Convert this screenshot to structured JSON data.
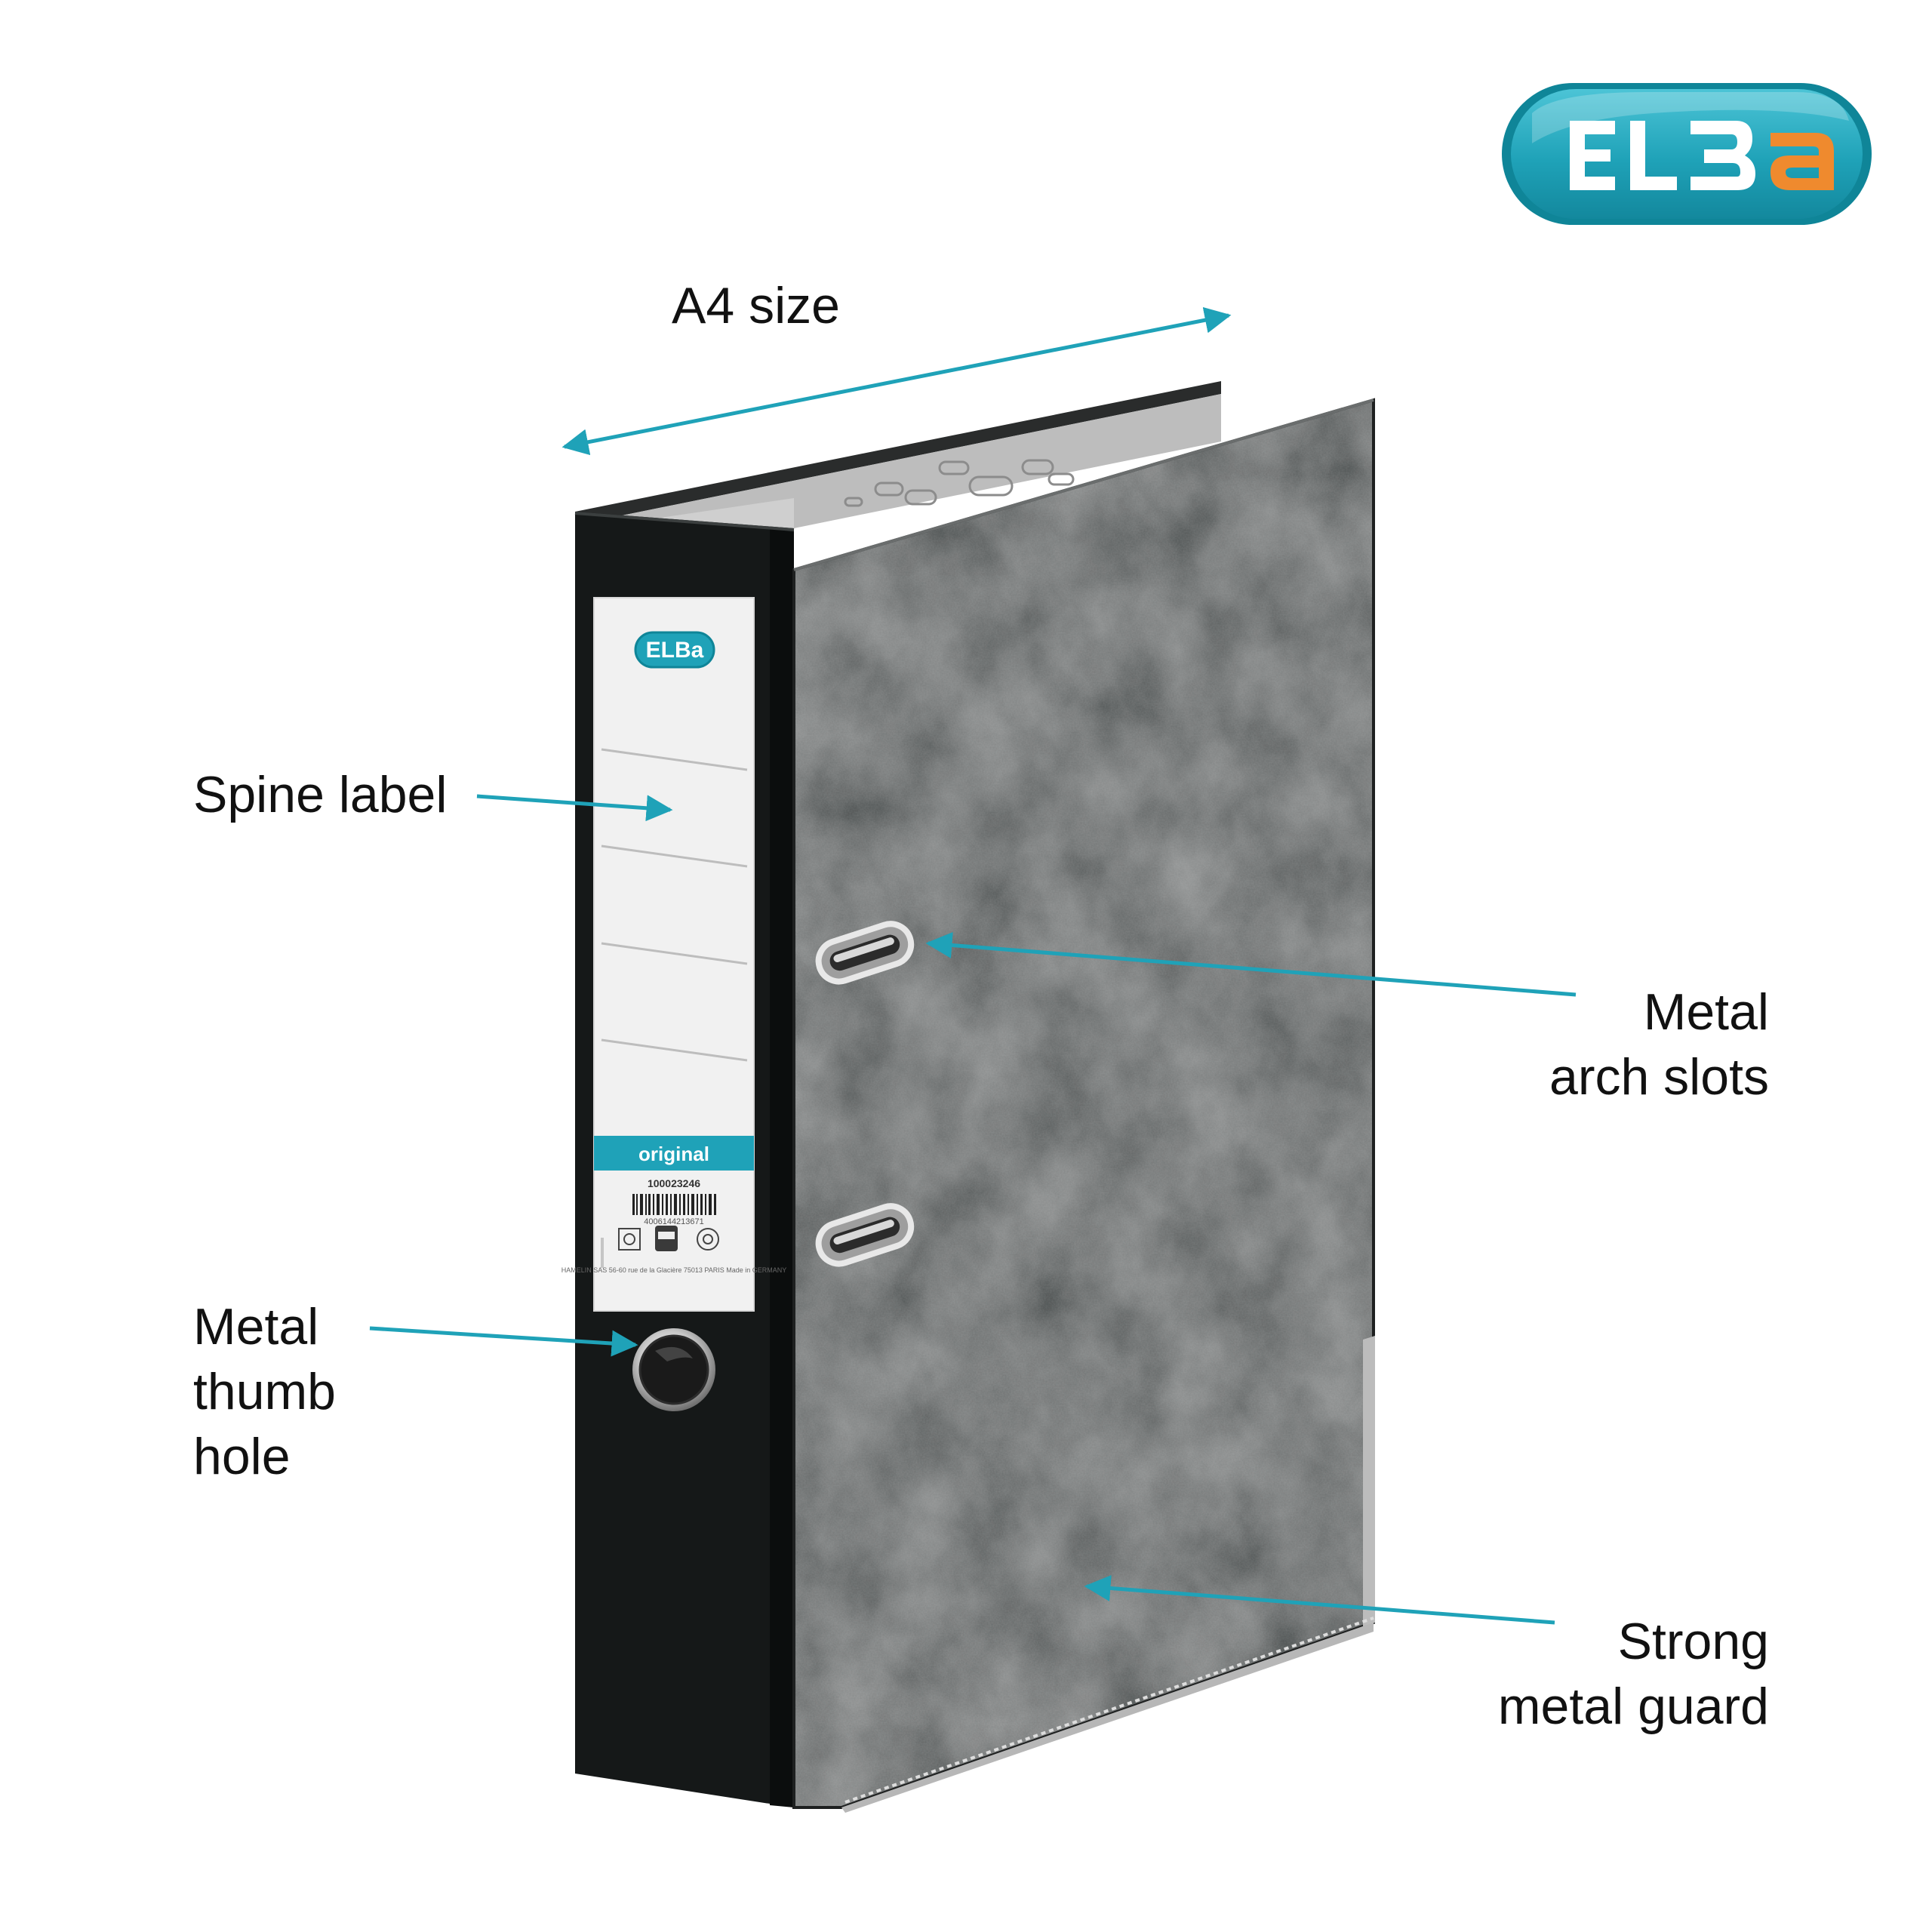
{
  "brand": {
    "logo_text": "ELBa",
    "primary_color": "#1fa2b8",
    "accent_color": "#ef8a2e"
  },
  "product": {
    "label_strip_text": "original",
    "label_code": "100023246",
    "label_barcode_digits": "4006144213671",
    "label_fine_print": "HAMELIN SAS 56-60 rue de la Glacière 75013 PARIS Made in GERMANY",
    "cover_pattern": "black cloud marble",
    "colors": {
      "cover": "#2e3030",
      "spine": "#151818",
      "paper_edge": "#b9b9b9",
      "callout_arrow": "#1fa2b8"
    }
  },
  "callouts": {
    "a4_size": "A4 size",
    "spine_label": "Spine label",
    "arch_slots": [
      "Metal",
      "arch slots"
    ],
    "thumb_hole": [
      "Metal",
      "thumb",
      "hole"
    ],
    "metal_guard": [
      "Strong",
      "metal guard"
    ]
  },
  "icons": [
    "elba-logo",
    "recycle-icon",
    "barcode-icon",
    "arch-slot-icon",
    "thumb-ring-icon"
  ]
}
